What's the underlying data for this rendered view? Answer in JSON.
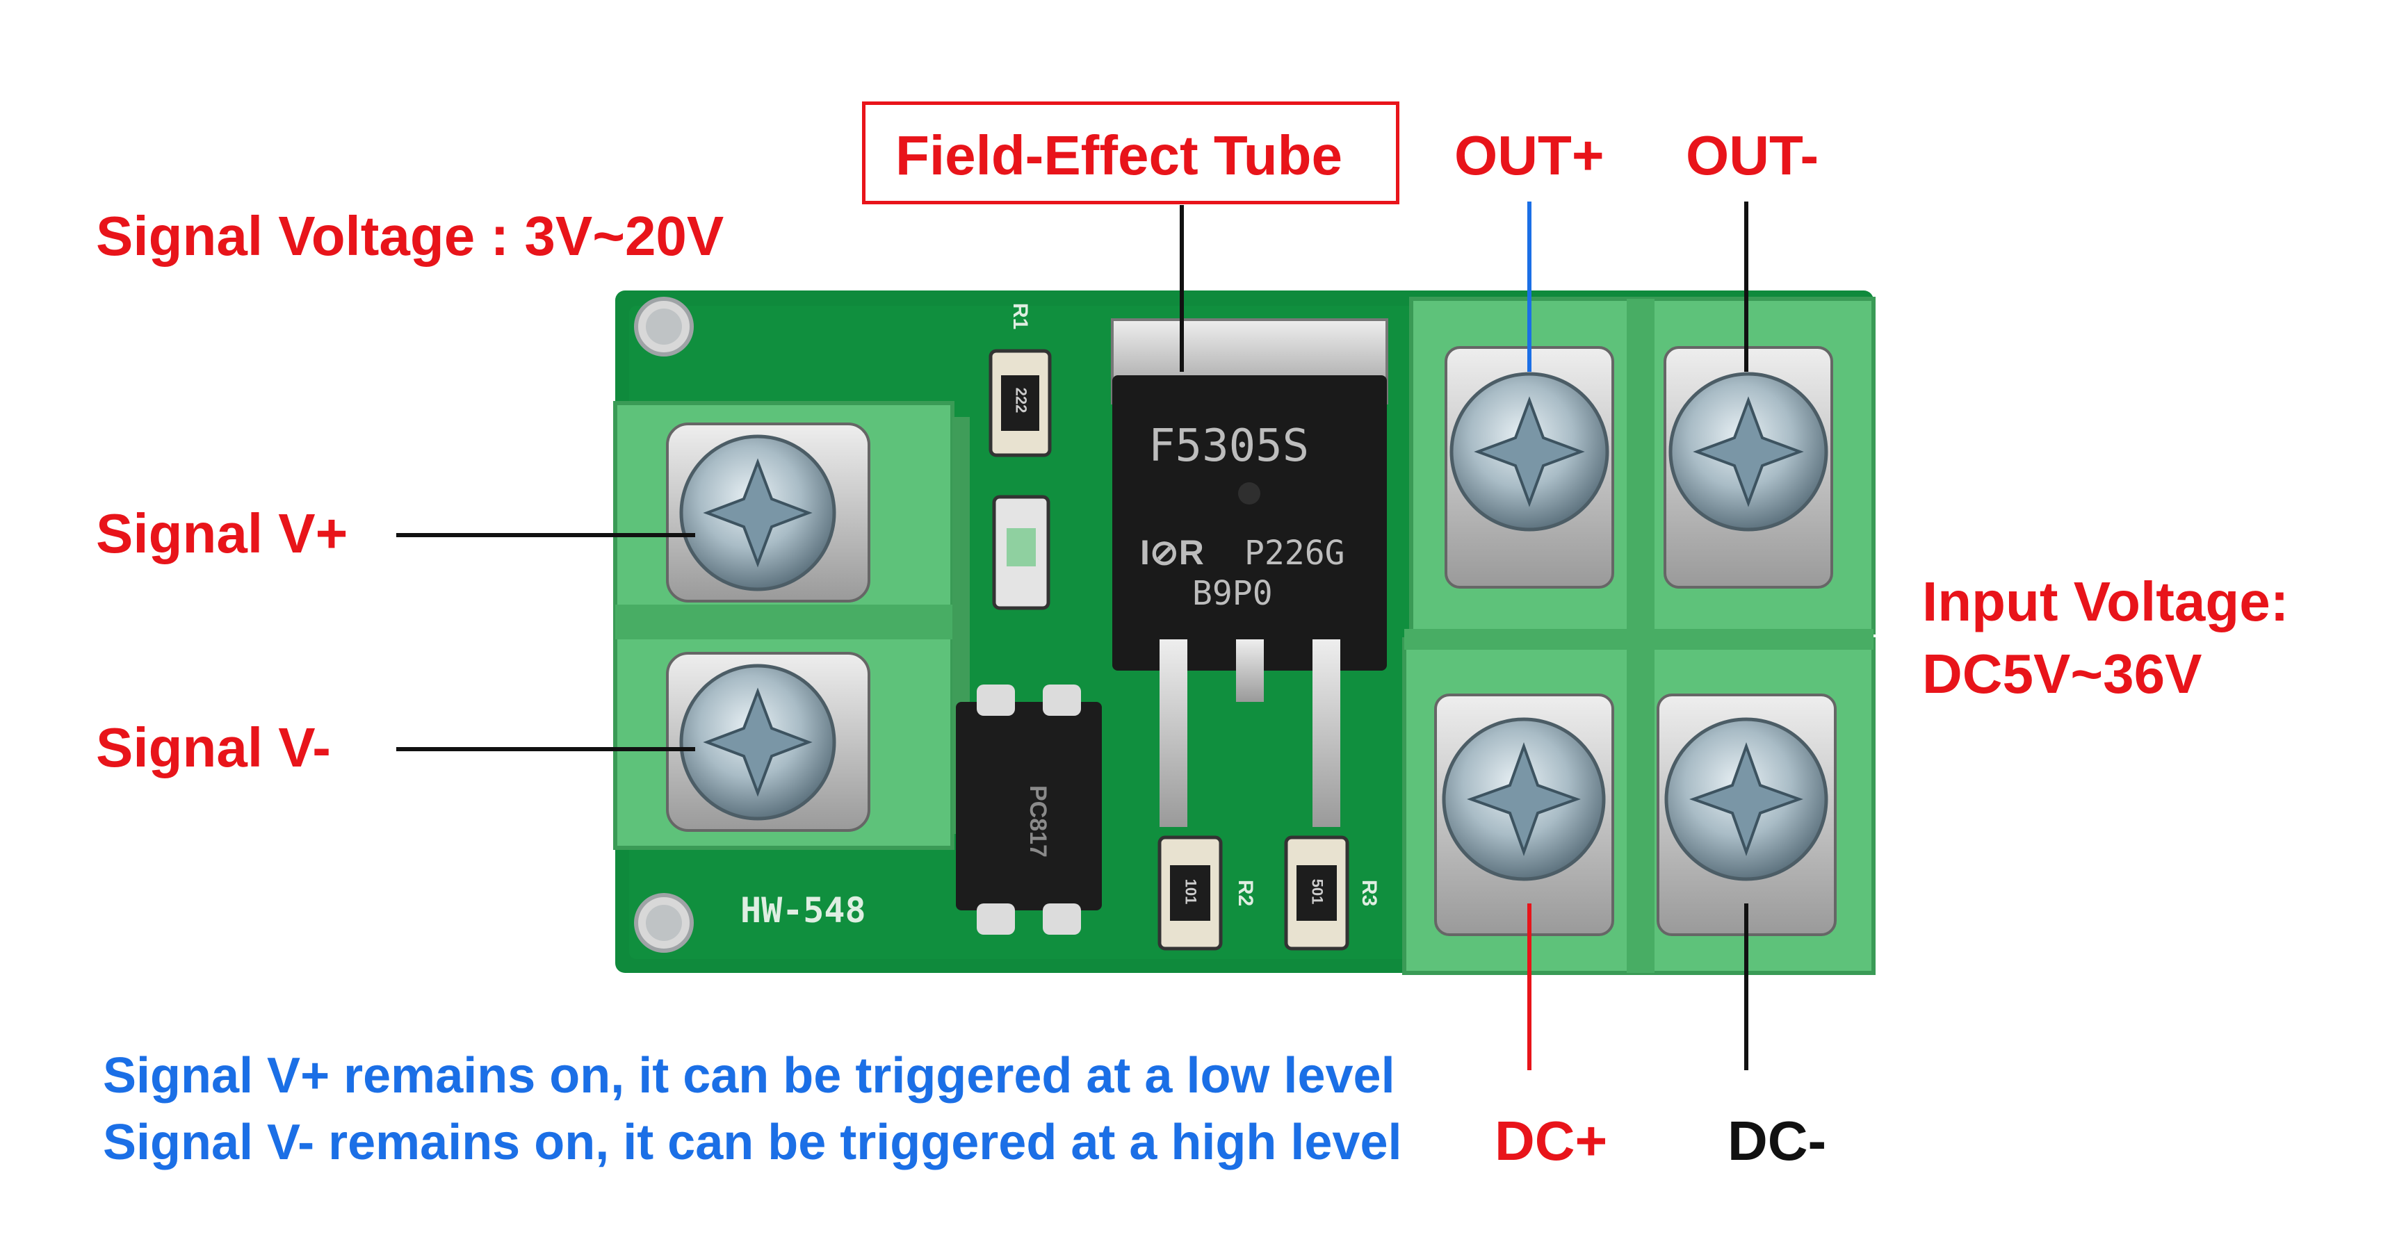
{
  "labels": {
    "signal_voltage": "Signal Voltage : 3V~20V",
    "field_effect_tube": "Field-Effect Tube",
    "out_plus": "OUT+",
    "out_minus": "OUT-",
    "signal_v_plus": "Signal V+",
    "signal_v_minus": "Signal V-",
    "input_voltage_line1": "Input Voltage:",
    "input_voltage_line2": "DC5V~36V",
    "dc_plus": "DC+",
    "dc_minus": "DC-",
    "note_line1": "Signal V+ remains on, it can be triggered at a low level",
    "note_line2": "Signal V- remains on, it can be triggered at a high level"
  },
  "board": {
    "model": "HW-548",
    "mosfet_line1": "F5305S",
    "mosfet_line2": "P226G",
    "mosfet_line3": "B9P0",
    "mosfet_logo": "I⊘R",
    "optocoupler_text": "PC817",
    "r1": "R1",
    "r2": "R2",
    "r3": "R3",
    "r1_code": "222",
    "r2_code": "101",
    "r3_code": "501"
  },
  "colors": {
    "label_red": "#e8141a",
    "label_blue": "#1b6fe6",
    "pcb_green": "#0f8a3c",
    "terminal_green": "#5ec27a"
  }
}
